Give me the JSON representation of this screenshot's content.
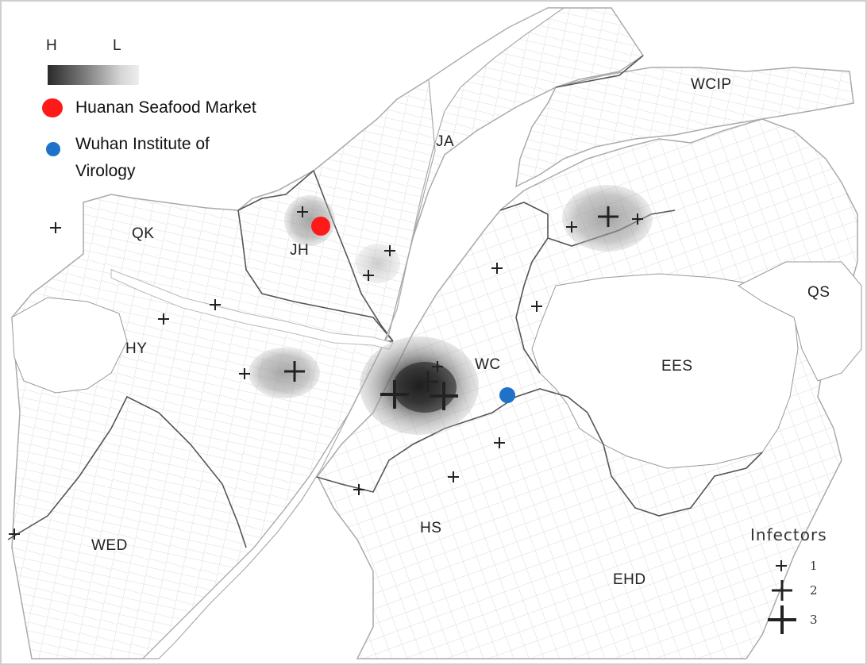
{
  "legend": {
    "gradient_high": "H",
    "gradient_low": "L",
    "items": [
      {
        "label": "Huanan Seafood Market",
        "color": "#ff1a1a"
      },
      {
        "label": "Wuhan Institute of Virology",
        "color": "#1e73c8"
      }
    ]
  },
  "districts": [
    "QK",
    "JH",
    "JA",
    "WCIP",
    "HY",
    "WC",
    "EES",
    "QS",
    "HS",
    "WED",
    "EHD"
  ],
  "infectors_legend": {
    "title": "Infectors",
    "counts": [
      "1",
      "2",
      "3"
    ]
  },
  "colors": {
    "river": "#ffffff",
    "road": "#d9d9d9",
    "boundary": "#555555",
    "hotspot": "#333333"
  }
}
